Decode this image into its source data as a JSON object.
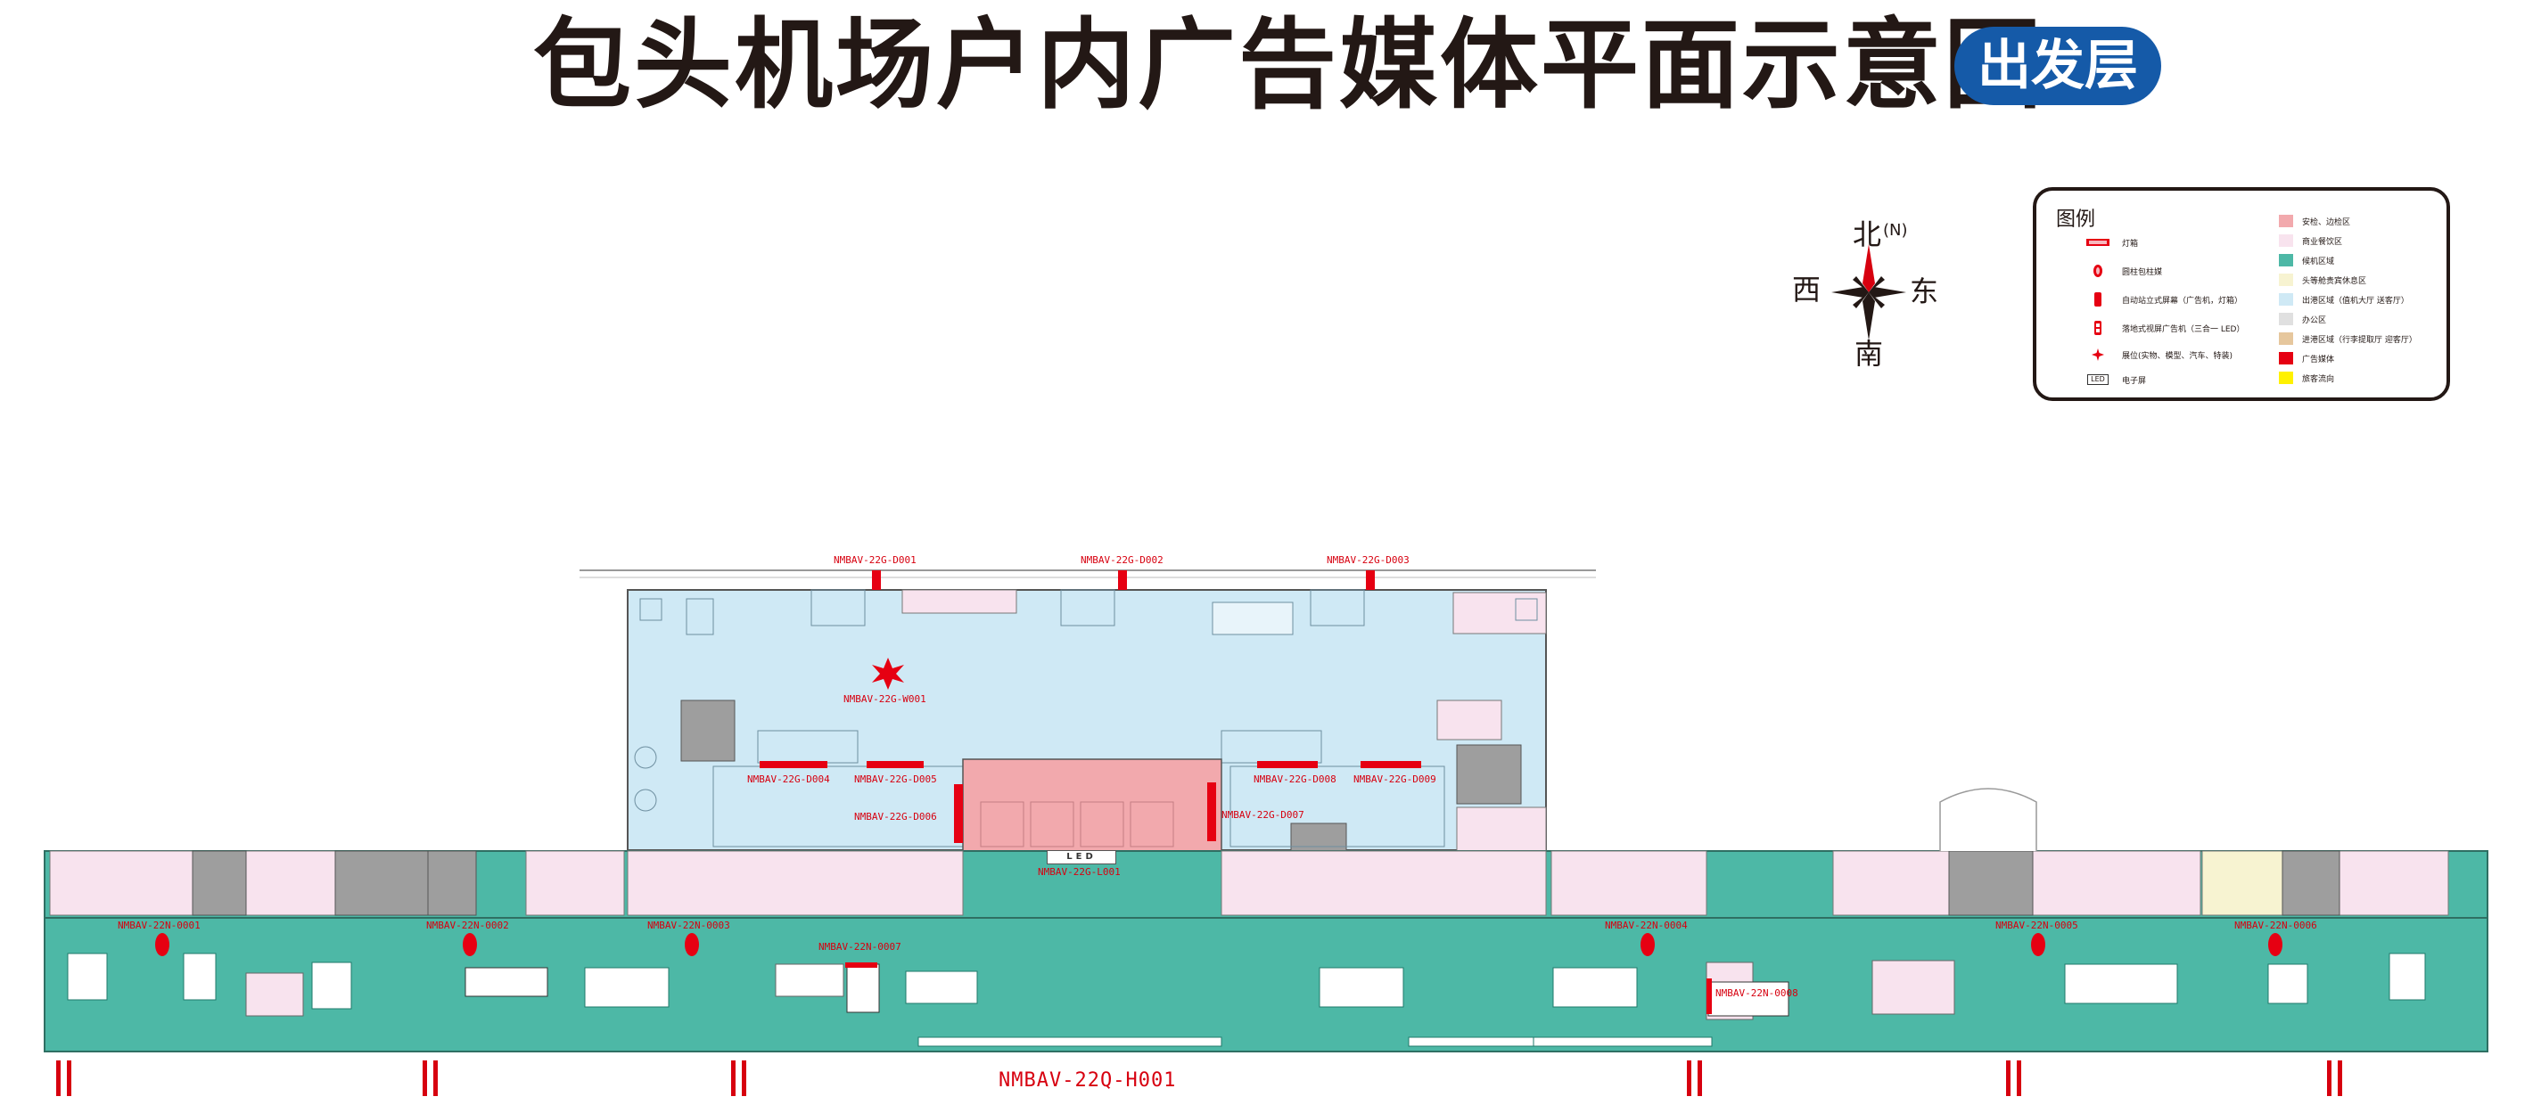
{
  "title": "包头机场户内广告媒体平面示意图",
  "floor_badge": "出发层",
  "compass": {
    "north": "北",
    "north_letter": "(N)",
    "south": "南",
    "east": "东",
    "west": "西"
  },
  "legend": {
    "title": "图例",
    "symbol_items": [
      {
        "icon": "lightbox-icon",
        "label": "灯箱"
      },
      {
        "icon": "column-wrap-icon",
        "label": "圆柱包柱媒"
      },
      {
        "icon": "standing-screen-icon",
        "label": "自动站立式屏幕（广告机，灯箱）"
      },
      {
        "icon": "video-screen-icon",
        "label": "落地式视屏广告机（三合一 LED）"
      },
      {
        "icon": "exhibit-star-icon",
        "label": "展位(实物、模型、汽车、特装)"
      },
      {
        "icon": "led-icon",
        "label": "电子屏",
        "symbol_text": "LED"
      }
    ],
    "area_items": [
      {
        "color": "#f2a9ad",
        "label": "安检、边检区"
      },
      {
        "color": "#f8e3ee",
        "label": "商业餐饮区"
      },
      {
        "color": "#4db8a6",
        "label": "候机区域"
      },
      {
        "color": "#f7f3d1",
        "label": "头等舱贵宾休息区"
      },
      {
        "color": "#cfe9f5",
        "label": "出港区域（值机大厅 送客厅）"
      },
      {
        "color": "#e0e0e0",
        "label": "办公区"
      },
      {
        "color": "#e6c79d",
        "label": "进港区域（行李提取厅 迎客厅）"
      },
      {
        "color": "#e60012",
        "label": "广告媒体"
      },
      {
        "color": "#fff100",
        "label": "旅客流向"
      }
    ]
  },
  "media": {
    "D001": "NMBAV-22G-D001",
    "D002": "NMBAV-22G-D002",
    "D003": "NMBAV-22G-D003",
    "D004": "NMBAV-22G-D004",
    "D005": "NMBAV-22G-D005",
    "D006": "NMBAV-22G-D006",
    "D007": "NMBAV-22G-D007",
    "D008": "NMBAV-22G-D008",
    "D009": "NMBAV-22G-D009",
    "W001": "NMBAV-22G-W001",
    "L001": "NMBAV-22G-L001",
    "N0001": "NMBAV-22N-0001",
    "N0002": "NMBAV-22N-0002",
    "N0003": "NMBAV-22N-0003",
    "N0004": "NMBAV-22N-0004",
    "N0005": "NMBAV-22N-0005",
    "N0006": "NMBAV-22N-0006",
    "N0007": "NMBAV-22N-0007",
    "N0008": "NMBAV-22N-0008",
    "H001": "NMBAV-22Q-H001"
  },
  "led_screen_text": "LED"
}
